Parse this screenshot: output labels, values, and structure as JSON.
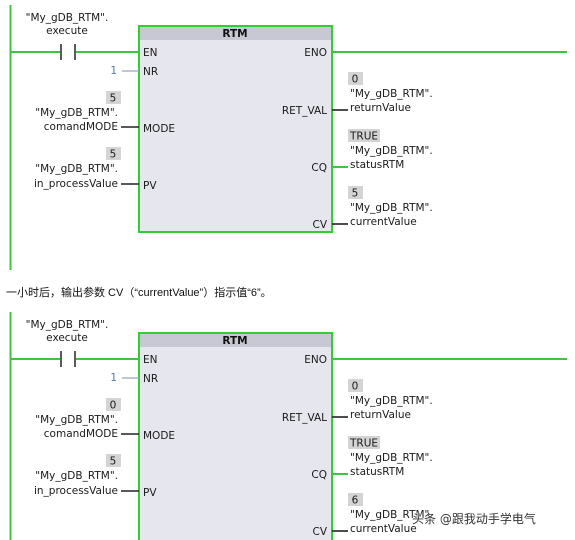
{
  "networks": [
    {
      "contact": {
        "tag": "\"My_gDB_RTM\".",
        "member": "execute"
      },
      "block": {
        "title": "RTM",
        "inputs": [
          {
            "pin": "EN"
          },
          {
            "pin": "NR",
            "value": "1"
          },
          {
            "pin": "MODE",
            "value": "5",
            "tag": "\"My_gDB_RTM\".",
            "member": "comandMODE"
          },
          {
            "pin": "PV",
            "value": "5",
            "tag": "\"My_gDB_RTM\".",
            "member": "in_processValue"
          }
        ],
        "outputs": [
          {
            "pin": "ENO"
          },
          {
            "pin": "RET_VAL",
            "value": "0",
            "tag": "\"My_gDB_RTM\".",
            "member": "returnValue"
          },
          {
            "pin": "CQ",
            "value": "TRUE",
            "tag": "\"My_gDB_RTM\".",
            "member": "statusRTM"
          },
          {
            "pin": "CV",
            "value": "5",
            "tag": "\"My_gDB_RTM\".",
            "member": "currentValue"
          }
        ]
      }
    },
    {
      "contact": {
        "tag": "\"My_gDB_RTM\".",
        "member": "execute"
      },
      "block": {
        "title": "RTM",
        "inputs": [
          {
            "pin": "EN"
          },
          {
            "pin": "NR",
            "value": "1"
          },
          {
            "pin": "MODE",
            "value": "0",
            "tag": "\"My_gDB_RTM\".",
            "member": "comandMODE"
          },
          {
            "pin": "PV",
            "value": "5",
            "tag": "\"My_gDB_RTM\".",
            "member": "in_processValue"
          }
        ],
        "outputs": [
          {
            "pin": "ENO"
          },
          {
            "pin": "RET_VAL",
            "value": "0",
            "tag": "\"My_gDB_RTM\".",
            "member": "returnValue"
          },
          {
            "pin": "CQ",
            "value": "TRUE",
            "tag": "\"My_gDB_RTM\".",
            "member": "statusRTM"
          },
          {
            "pin": "CV",
            "value": "6",
            "tag": "\"My_gDB_RTM\".",
            "member": "currentValue"
          }
        ]
      }
    }
  ],
  "caption": "一小时后，输出参数 CV（“currentValue”）指示值“6”。",
  "watermark": "头条 @跟我动手学电气",
  "colors": {
    "rail": "#3ec43e",
    "block_border": "#2fcf2f",
    "block_fill": "#e6e6ee",
    "title_bar": "#c8c8d4",
    "value_box": "#d4d4d4"
  }
}
